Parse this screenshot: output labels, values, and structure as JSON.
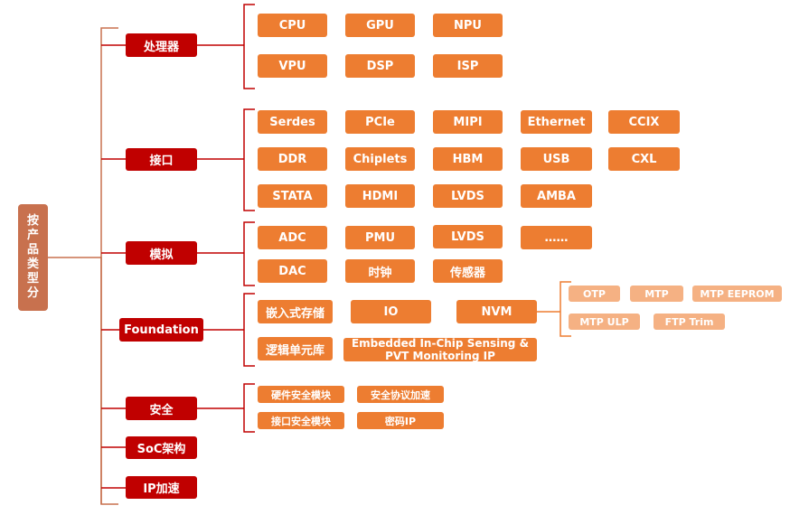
{
  "root": {
    "label": "按产品类型分",
    "chars": [
      "按",
      "产",
      "品",
      "类",
      "型",
      "分"
    ]
  },
  "categories": {
    "processor": "处理器",
    "interface": "接口",
    "analog": "模拟",
    "foundation": "Foundation",
    "security": "安全",
    "soc": "SoC架构",
    "ip_accel": "IP加速"
  },
  "processor_items": [
    "CPU",
    "GPU",
    "NPU",
    "VPU",
    "DSP",
    "ISP"
  ],
  "interface_items": [
    "Serdes",
    "PCIe",
    "MIPI",
    "Ethernet",
    "CCIX",
    "DDR",
    "Chiplets",
    "HBM",
    "USB",
    "CXL",
    "STATA",
    "HDMI",
    "LVDS",
    "AMBA"
  ],
  "analog_items": [
    "ADC",
    "PMU",
    "LVDS",
    "……",
    "DAC",
    "时钟",
    "传感器"
  ],
  "foundation_items": [
    "嵌入式存储",
    "IO",
    "NVM",
    "逻辑单元库",
    "Embedded In-Chip Sensing & PVT Monitoring IP"
  ],
  "nvm_items": [
    "OTP",
    "MTP",
    "MTP EEPROM",
    "MTP ULP",
    "FTP Trim"
  ],
  "security_items": [
    "硬件安全模块",
    "安全协议加速",
    "接口安全模块",
    "密码IP"
  ],
  "colors": {
    "root": "#c8714e",
    "category": "#c00000",
    "item": "#ed7d31",
    "sub_item": "#f5b183",
    "connector_dark": "#c00000",
    "connector_light": "#ed7d31"
  }
}
